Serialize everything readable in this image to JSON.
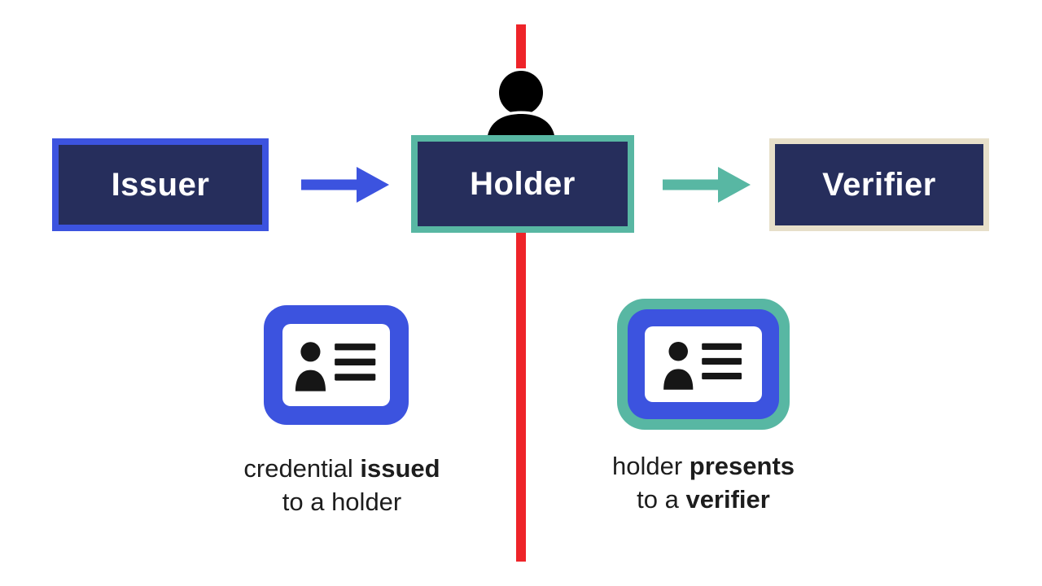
{
  "diagram": {
    "boxes": {
      "issuer": {
        "label": "Issuer",
        "fill": "#262e5c",
        "border": "#3c53df"
      },
      "holder": {
        "label": "Holder",
        "fill": "#262e5c",
        "border": "#58b7a3"
      },
      "verifier": {
        "label": "Verifier",
        "fill": "#262e5c",
        "border": "#e7dfc9"
      }
    },
    "arrows": {
      "issuer_to_holder": {
        "color": "#3c53df"
      },
      "holder_to_verifier": {
        "color": "#58b7a3"
      }
    },
    "divider": {
      "color": "#ee2429"
    },
    "captions": {
      "left": {
        "l1a": "credential ",
        "l1b": "issued",
        "l2a": "to a holder"
      },
      "right": {
        "l1a": "holder ",
        "l1b": "presents",
        "l2a": "to a ",
        "l2b": "verifier"
      }
    },
    "icons": {
      "person": "person-icon",
      "left_card": "credential-card-icon",
      "right_card": "credential-card-presented-icon",
      "arrow": "arrow-right-icon"
    },
    "colors": {
      "box_fill": "#262e5c",
      "blue": "#3c53df",
      "teal": "#58b7a3",
      "beige": "#e7dfc9",
      "red": "#ee2429",
      "box_text": "#ffffff",
      "caption_text": "#1d1d1d",
      "background": "#ffffff"
    }
  }
}
